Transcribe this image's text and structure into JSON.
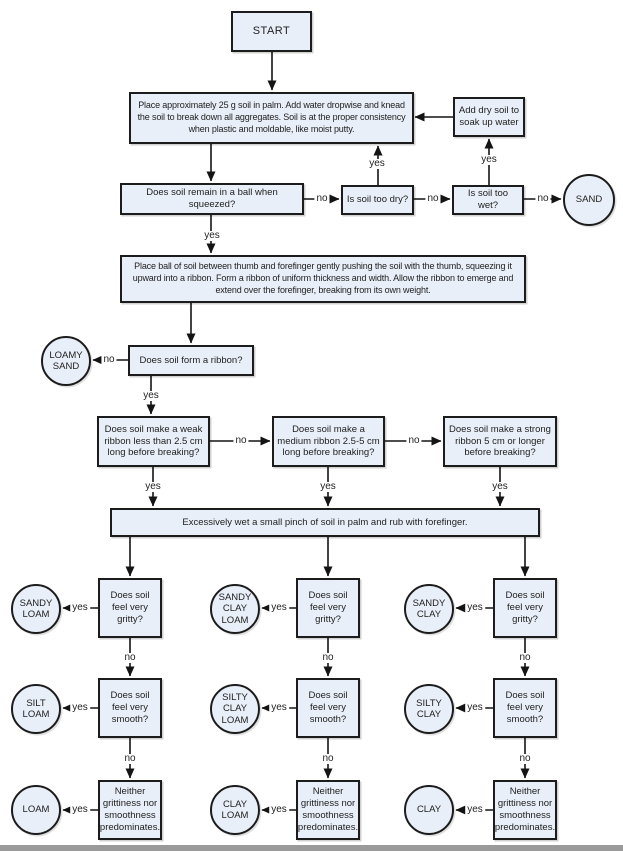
{
  "edge_labels": {
    "yes": "yes",
    "no": "no"
  },
  "nodes": {
    "start": "START",
    "prep": "Place approximately 25 g soil in palm. Add water dropwise and knead the soil to break down all aggregates. Soil is at the proper consistency when plastic and moldable, like moist putty.",
    "add_dry": "Add dry soil to soak up water",
    "ball": "Does soil remain in a ball when squeezed?",
    "too_dry": "Is soil too dry?",
    "too_wet": "Is soil too wet?",
    "sand": "SAND",
    "ribbon_prep": "Place ball of soil between thumb and forefinger gently pushing the soil with the thumb, squeezing it upward into a ribbon. Form a ribbon of uniform thickness and width. Allow the ribbon to emerge and extend over the forefinger, breaking from its own weight.",
    "form_ribbon": "Does soil form a ribbon?",
    "loamy_sand": "LOAMY\nSAND",
    "weak_ribbon": "Does soil make a weak ribbon less than 2.5 cm long before breaking?",
    "medium_ribbon": "Does soil make a medium ribbon 2.5-5 cm long before breaking?",
    "strong_ribbon": "Does soil make a strong ribbon 5 cm or longer before breaking?",
    "wet_pinch": "Excessively wet a small pinch of soil in palm and rub with forefinger.",
    "gritty": "Does soil feel very gritty?",
    "smooth": "Does soil feel very smooth?",
    "neither": "Neither grittiness nor smoothness predominates."
  },
  "results": {
    "col1": {
      "gritty": "SANDY\nLOAM",
      "smooth": "SILT\nLOAM",
      "neither": "LOAM"
    },
    "col2": {
      "gritty": "SANDY\nCLAY\nLOAM",
      "smooth": "SILTY\nCLAY\nLOAM",
      "neither": "CLAY\nLOAM"
    },
    "col3": {
      "gritty": "SANDY\nCLAY",
      "smooth": "SILTY\nCLAY",
      "neither": "CLAY"
    }
  },
  "colors": {
    "node_fill": "#E9EFF8",
    "node_border": "#1C1C1C",
    "background": "#FFFFFF"
  }
}
